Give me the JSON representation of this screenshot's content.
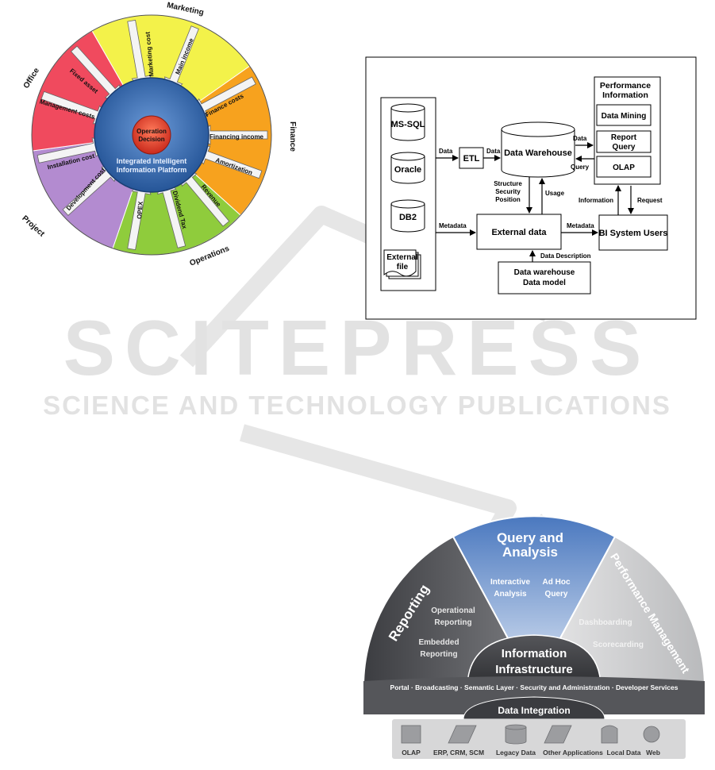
{
  "wheel": {
    "center_label_line1": "Operation",
    "center_label_line2": "Decision",
    "platform_line1": "Integrated Intelligent",
    "platform_line2": "Information Platform",
    "departments": {
      "marketing": "Marketing",
      "finance": "Finance",
      "operations": "Operations",
      "project": "Project",
      "office": "Office"
    },
    "arrows": {
      "marketing_cost": "Marketing cost",
      "main_income": "Main income",
      "finance_costs": "Finance costs",
      "financing_income": "Financing income",
      "amortization": "Amortization",
      "revenue": "Revenue",
      "dividend_tax": "Dividend Tax",
      "opex": "OPEX",
      "development_cost": "Development cost",
      "installation_cost": "Installation cost",
      "management_costs": "Management costs",
      "fixed_asset": "Fixed asset"
    },
    "colors": {
      "marketing": "#f3f24a",
      "finance": "#f7a21e",
      "operations": "#8fcc3c",
      "project": "#b38bd0",
      "office": "#f04a5e",
      "platform": "#3a6fb0",
      "center": "#e5402b"
    }
  },
  "dw": {
    "sources": {
      "mssql": "MS-SQL",
      "oracle": "Oracle",
      "db2": "DB2",
      "external_line1": "External",
      "external_line2": "file"
    },
    "etl": "ETL",
    "data_warehouse": "Data Warehouse",
    "external_data": "External data",
    "model_line1": "Data warehouse",
    "model_line2": "Data model",
    "bi_users": "BI System Users",
    "performance_title_line1": "Performance",
    "performance_title_line2": "Information",
    "data_mining": "Data Mining",
    "report_query_line1": "Report",
    "report_query_line2": "Query",
    "olap": "OLAP",
    "labels": {
      "data_src": "Data",
      "data_etl": "Data",
      "data_out": "Data",
      "query": "Query",
      "metadata_left": "Metadata",
      "metadata_right": "Metadata",
      "structure_line1": "Structure",
      "structure_line2": "Security",
      "structure_line3": "Position",
      "usage": "Usage",
      "information": "Information",
      "request": "Request",
      "data_description": "Data Description"
    }
  },
  "watermark": {
    "title": "SCITEPRESS",
    "subtitle": "SCIENCE AND TECHNOLOGY PUBLICATIONS"
  },
  "bi": {
    "segments": {
      "reporting": "Reporting",
      "query_line1": "Query and",
      "query_line2": "Analysis",
      "performance": "Performance Management"
    },
    "items": {
      "operational_line1": "Operational",
      "operational_line2": "Reporting",
      "embedded_line1": "Embedded",
      "embedded_line2": "Reporting",
      "interactive_line1": "Interactive",
      "interactive_line2": "Analysis",
      "adhoc_line1": "Ad Hoc",
      "adhoc_line2": "Query",
      "dashboarding": "Dashboarding",
      "scorecarding": "Scorecarding"
    },
    "infra_line1": "Information",
    "infra_line2": "Infrastructure",
    "band": "Portal · Broadcasting · Semantic Layer · Security and Administration · Developer Services",
    "data_integration": "Data Integration",
    "sources": [
      "OLAP",
      "ERP, CRM, SCM",
      "Legacy Data",
      "Other Applications",
      "Local Data",
      "Web"
    ],
    "colors": {
      "reporting": "#4d4e52",
      "query": "#5a86c8",
      "performance": "#c9cacc",
      "dark": "#3b3c40"
    }
  }
}
